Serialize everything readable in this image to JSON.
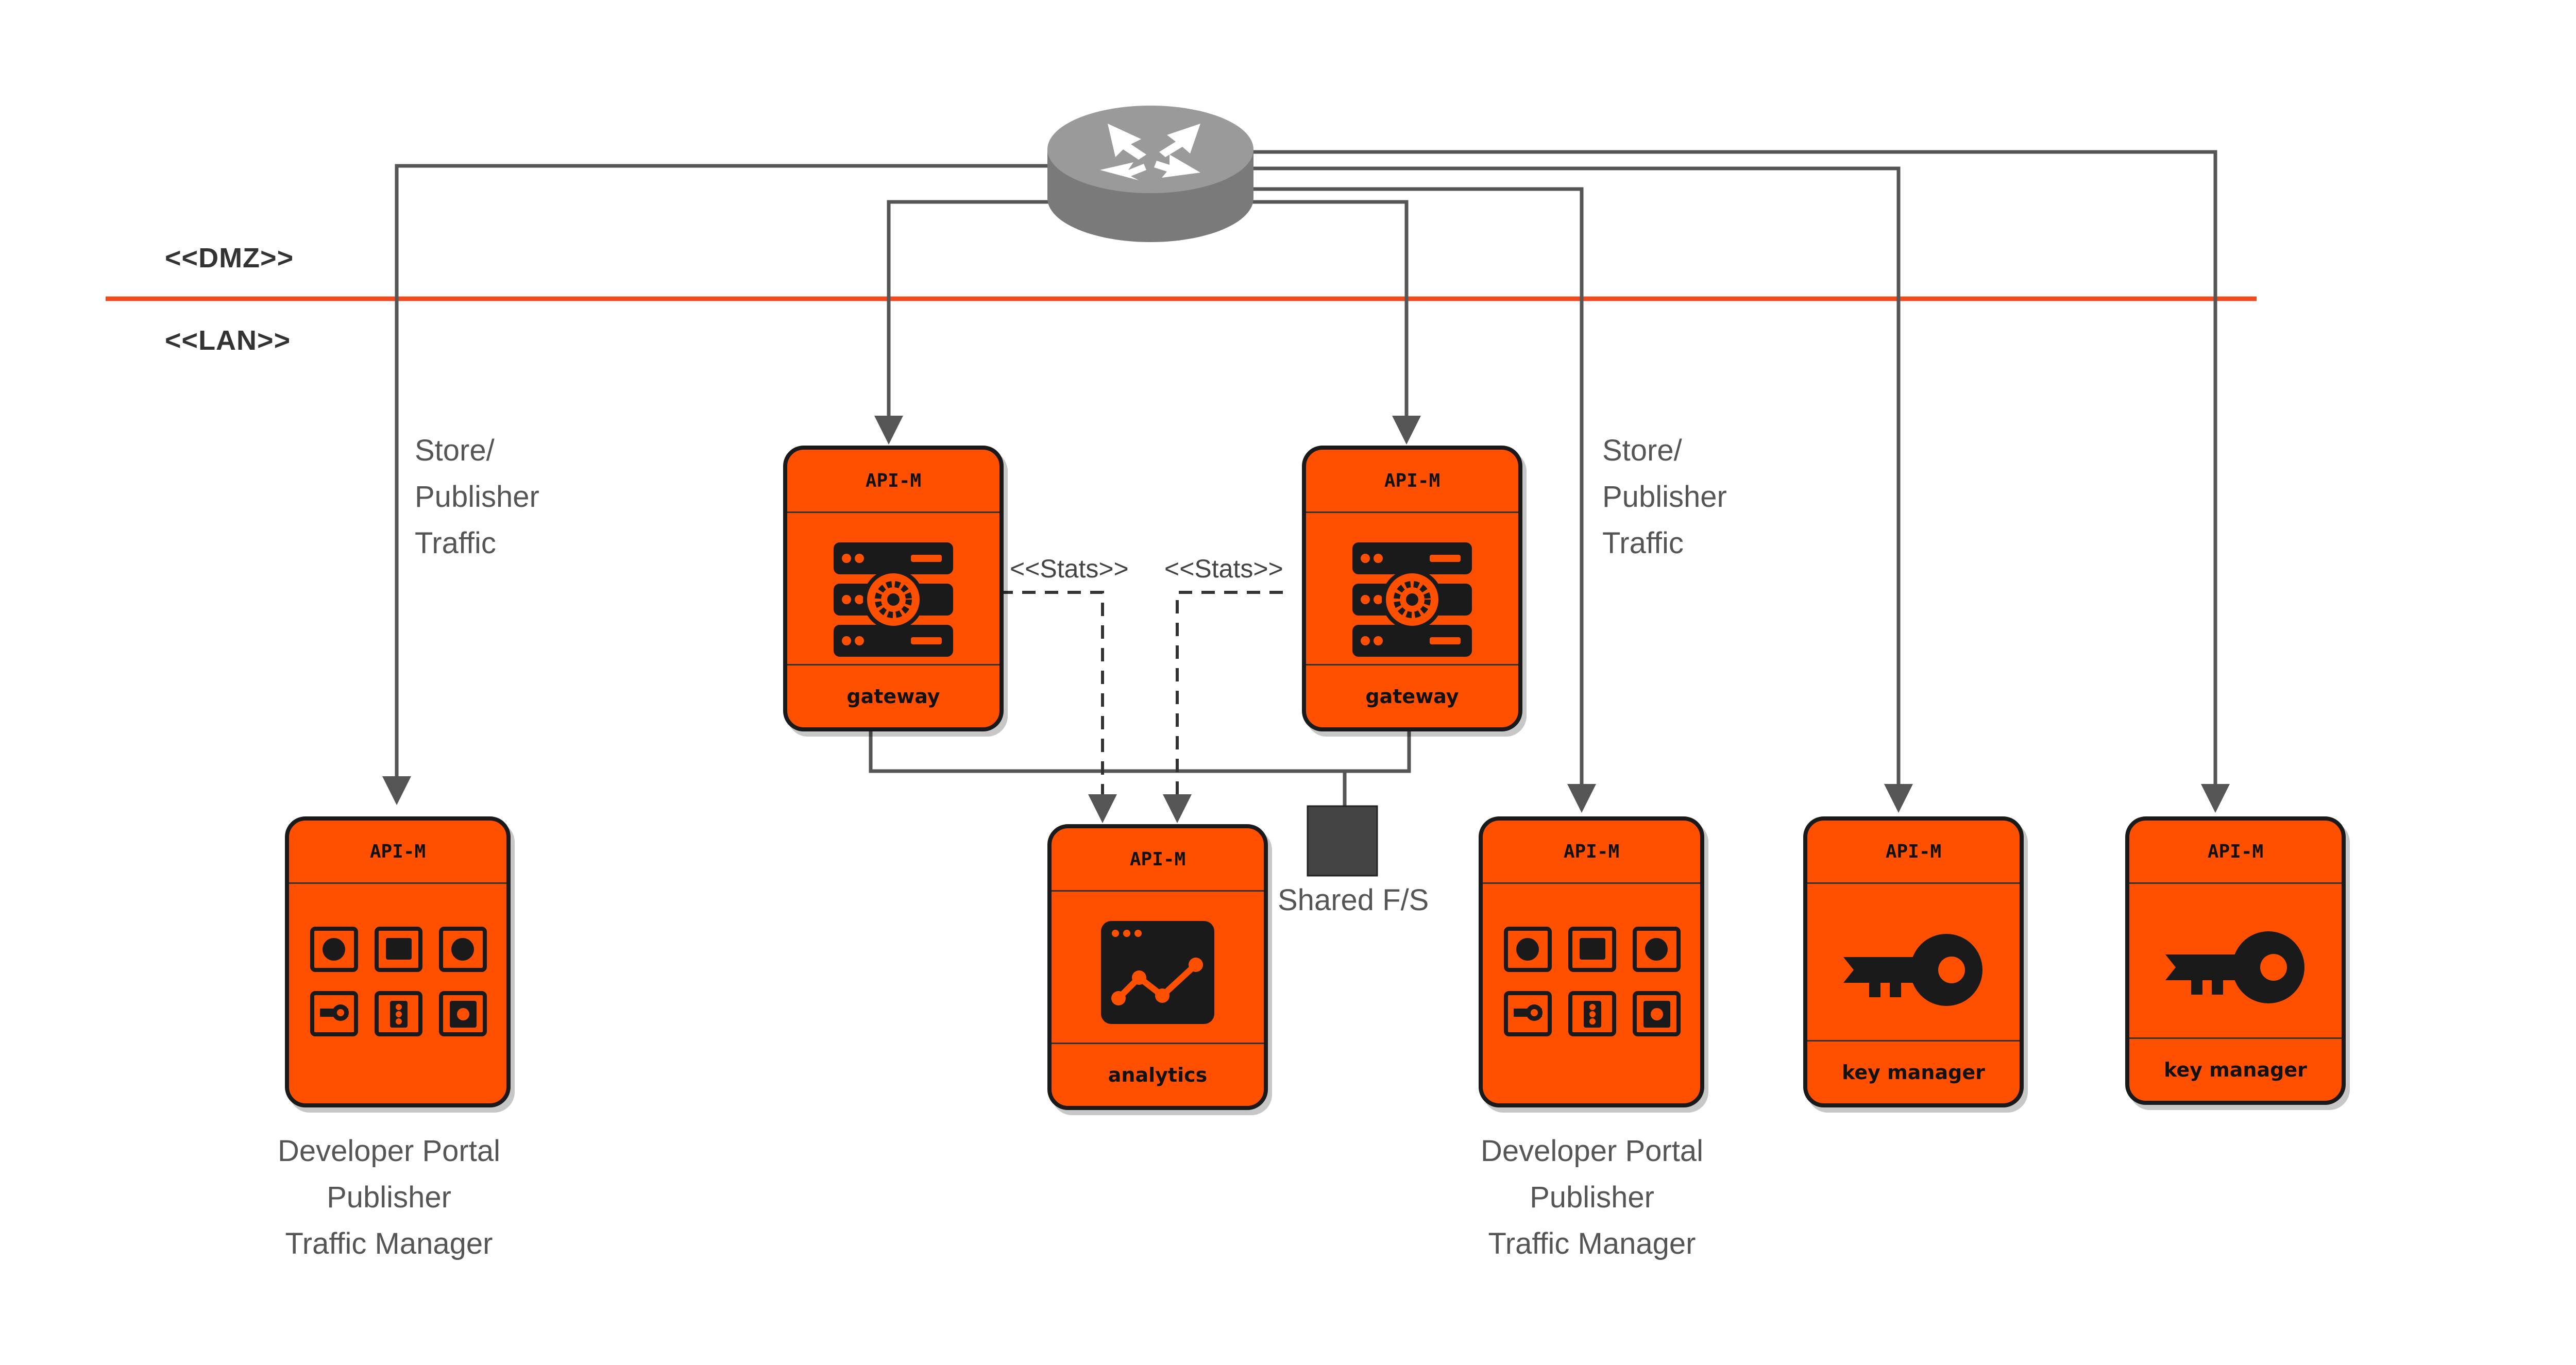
{
  "zones": {
    "dmz": "<<DMZ>>",
    "lan": "<<LAN>>"
  },
  "nodes": {
    "portal_left": {
      "header": "API-M"
    },
    "gateway_1": {
      "header": "API-M",
      "footer": "gateway"
    },
    "gateway_2": {
      "header": "API-M",
      "footer": "gateway"
    },
    "analytics": {
      "header": "API-M",
      "footer": "analytics"
    },
    "portal_right": {
      "header": "API-M"
    },
    "key_manager_1": {
      "header": "API-M",
      "footer": "key manager"
    },
    "key_manager_2": {
      "header": "API-M",
      "footer": "key manager"
    }
  },
  "labels": {
    "traffic_left": [
      "Store/",
      "Publisher",
      "Traffic"
    ],
    "traffic_right": [
      "Store/",
      "Publisher",
      "Traffic"
    ],
    "stats_1": "<<Stats>>",
    "stats_2": "<<Stats>>",
    "shared_fs": "Shared F/S",
    "portal_left_roles": [
      "Developer Portal",
      "Publisher",
      "Traffic Manager"
    ],
    "portal_right_roles": [
      "Developer Portal",
      "Publisher",
      "Traffic Manager"
    ]
  },
  "colors": {
    "node_fill": "#ff5000",
    "zone_line": "#ef4b22",
    "connector": "#555555",
    "router": "#8a8a8a"
  },
  "icons": [
    "router-icon",
    "server-gear-icon",
    "analytics-window-icon",
    "key-icon",
    "cart-icon",
    "dashboard-icon",
    "share-icon",
    "traffic-light-icon",
    "settings-panel-icon"
  ]
}
